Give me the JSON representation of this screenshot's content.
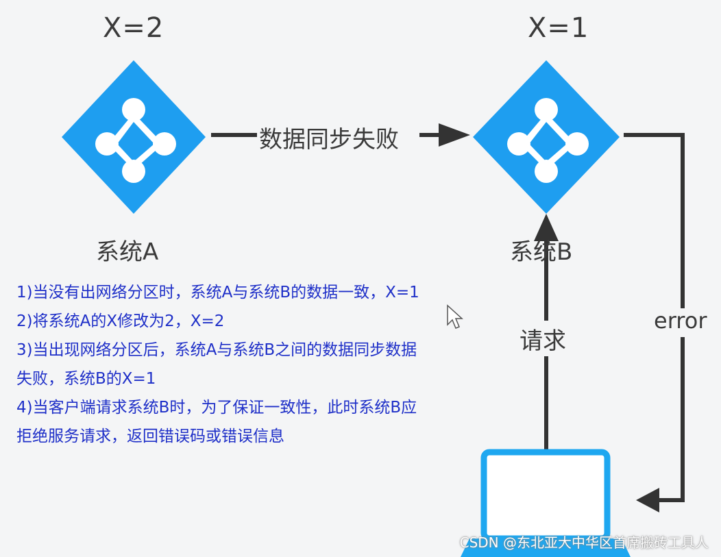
{
  "systems": [
    {
      "name": "系统A",
      "x_value": "X=2",
      "icon": "network-node-icon"
    },
    {
      "name": "系统B",
      "x_value": "X=1",
      "icon": "network-node-icon"
    }
  ],
  "edges": {
    "sync_label": "数据同步失败",
    "request_label": "请求",
    "error_label": "error"
  },
  "client": {
    "icon": "laptop-icon"
  },
  "notes": [
    "1)当没有出网络分区时，系统A与系统B的数据一致，X=1",
    "2)将系统A的X修改为2，X=2",
    "3)当出现网络分区后，系统A与系统B之间的数据同步数据",
    "失败，系统B的X=1",
    "4)当客户端请求系统B时，为了保证一致性，此时系统B应",
    "拒绝服务请求，返回错误码或错误信息"
  ],
  "watermark": "CSDN @东北亚大中华区首席搬砖工具人",
  "colors": {
    "node_blue": "#1e9ef0",
    "node_white": "#ffffff",
    "arrow": "#333333",
    "note_text": "#1e2fc8",
    "laptop": "#1ea7f0"
  }
}
